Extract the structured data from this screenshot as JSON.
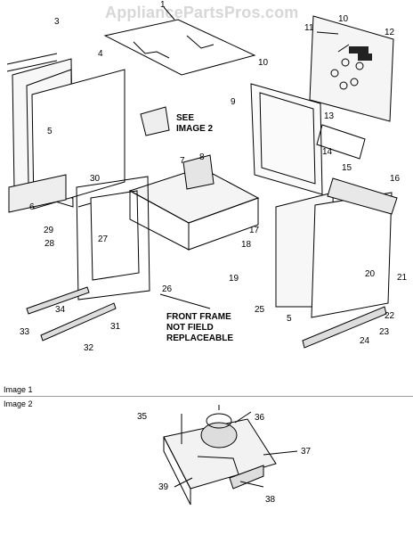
{
  "watermark": "AppliancePartsPros.com",
  "section_labels": {
    "image1": "Image 1",
    "image2": "Image 2"
  },
  "notes": {
    "see_image2_line1": "SEE",
    "see_image2_line2": "IMAGE 2",
    "front_frame_line1": "FRONT FRAME",
    "front_frame_line2": "NOT FIELD",
    "front_frame_line3": "REPLACEABLE"
  },
  "callouts_image1": [
    "1",
    "3",
    "4",
    "5",
    "6",
    "7",
    "8",
    "9",
    "10",
    "10",
    "11",
    "12",
    "13",
    "14",
    "15",
    "16",
    "17",
    "18",
    "19",
    "20",
    "21",
    "22",
    "23",
    "24",
    "25",
    "26",
    "27",
    "28",
    "29",
    "30",
    "31",
    "32",
    "33",
    "34",
    "5"
  ],
  "callouts_image2": [
    "35",
    "36",
    "37",
    "38",
    "39"
  ]
}
